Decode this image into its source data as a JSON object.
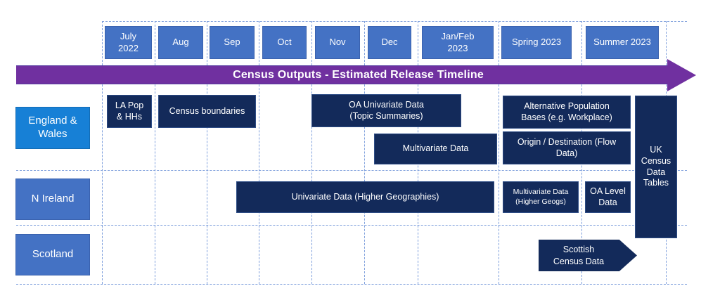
{
  "banner": {
    "title": "Census Outputs - Estimated Release Timeline"
  },
  "periods": [
    "July\n2022",
    "Aug",
    "Sep",
    "Oct",
    "Nov",
    "Dec",
    "Jan/Feb\n2023",
    "Spring 2023",
    "Summer 2023"
  ],
  "regions": {
    "england_wales": "England &\nWales",
    "n_ireland": "N Ireland",
    "scotland": "Scotland"
  },
  "releases": {
    "la_pop": "LA Pop\n& HHs",
    "census_boundaries": "Census boundaries",
    "oa_univariate": "OA Univariate Data\n(Topic Summaries)",
    "multivariate": "Multivariate Data",
    "alt_pop_bases": "Alternative Population\nBases (e.g. Workplace)",
    "origin_destination": "Origin / Destination (Flow\nData)",
    "uk_tables": "UK\nCensus\nData\nTables",
    "univariate_hg": "Univariate Data (Higher Geographies)",
    "multivariate_hg": "Multivariate Data\n(Higher Geogs)",
    "oa_level": "OA Level\nData",
    "scottish": "Scottish\nCensus Data"
  },
  "colors": {
    "period_blue": "#4472c4",
    "england_wales_blue": "#1780d6",
    "release_navy": "#132a5a",
    "banner_purple": "#7030a0",
    "grid_dashed_blue": "#7e9fdc",
    "text_white": "#ffffff"
  }
}
